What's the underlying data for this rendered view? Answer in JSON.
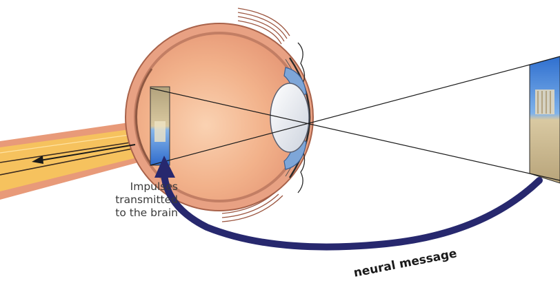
{
  "labels": {
    "impulses": [
      "Impulses",
      "transmitted",
      "to the brain"
    ],
    "neural_message": "neural message"
  },
  "colors": {
    "eye_wall": "#e8a183",
    "eye_interior": "#f2b28b",
    "optic_nerve": "#f6c25e",
    "neural_arrow": "#27286e",
    "lens": "#eef0f4",
    "iris": "#7ea6d8"
  }
}
